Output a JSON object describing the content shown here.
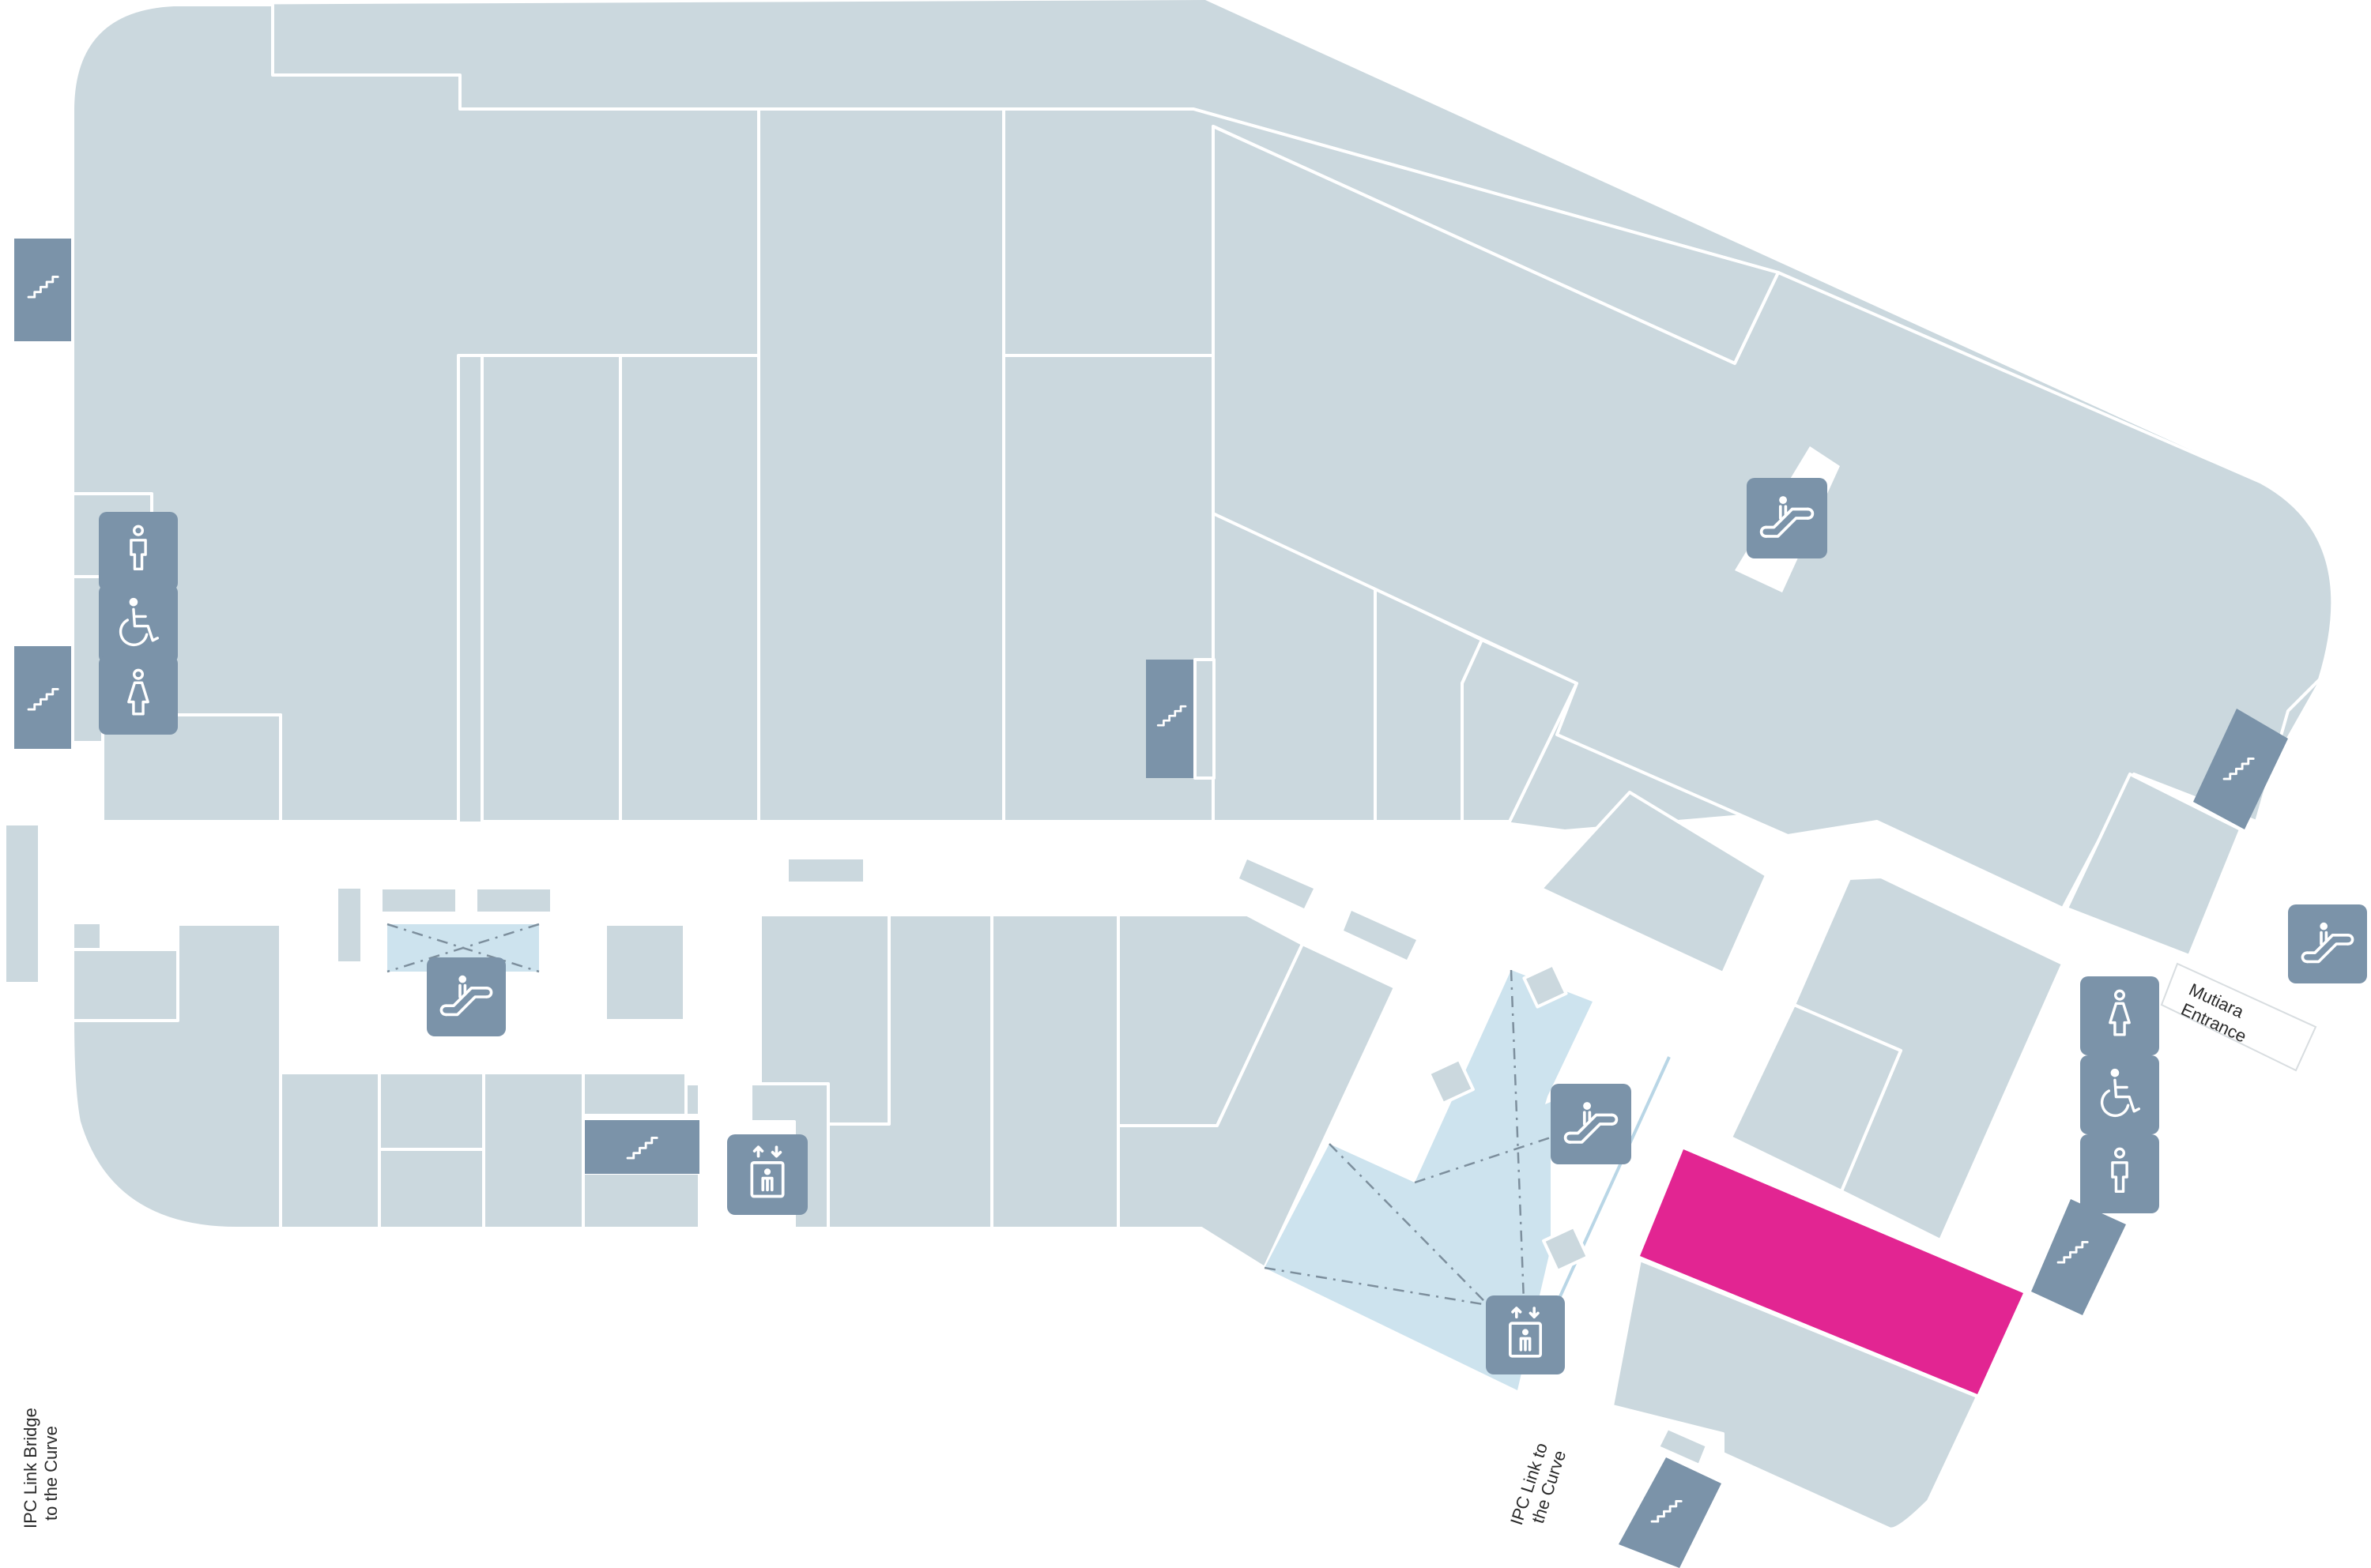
{
  "colors": {
    "unit": "#cbd8de",
    "void": "#cde3ee",
    "icon": "#7b93a9",
    "highlight": "#e22592",
    "background": "#ffffff"
  },
  "labels": {
    "ipc_link_bridge_line1": "IPC Link Bridge",
    "ipc_link_bridge_line2": "to the Curve",
    "ipc_link_line1": "IPC Link to",
    "ipc_link_line2": "the Curve",
    "mutiara_line1": "Mutiara",
    "mutiara_line2": "Entrance"
  },
  "icons": {
    "stairs": "stairs-icon",
    "escalator": "escalator-icon",
    "lift": "lift-icon",
    "male_toilet": "male-toilet-icon",
    "female_toilet": "female-toilet-icon",
    "accessible_toilet": "accessible-toilet-icon"
  },
  "highlighted_unit": "highlighted-shop-unit"
}
